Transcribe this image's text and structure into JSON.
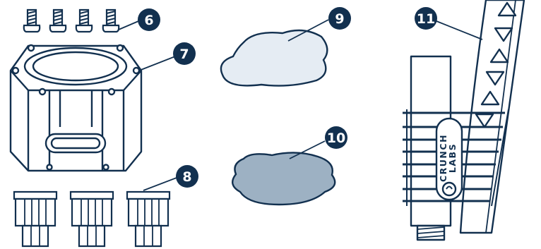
{
  "colors": {
    "outline": "#12304f",
    "badge": "#12304f",
    "light_fill": "#e5ecf3",
    "dark_fill": "#9db1c3",
    "background": "#ffffff"
  },
  "callouts": [
    {
      "id": "c6",
      "number": "6",
      "part": "screws"
    },
    {
      "id": "c7",
      "number": "7",
      "part": "octagonal-housing"
    },
    {
      "id": "c8",
      "number": "8",
      "part": "hex-connectors"
    },
    {
      "id": "c9",
      "number": "9",
      "part": "light-putty"
    },
    {
      "id": "c10",
      "number": "10",
      "part": "dark-putty"
    },
    {
      "id": "c11",
      "number": "11",
      "part": "tube-with-arm"
    }
  ],
  "tube_brand": {
    "line1": "CRUNCH",
    "line2": "LABS"
  },
  "icons": [
    "screw-icon",
    "housing-icon",
    "hex-connector-icon",
    "putty-icon",
    "tube-icon"
  ]
}
